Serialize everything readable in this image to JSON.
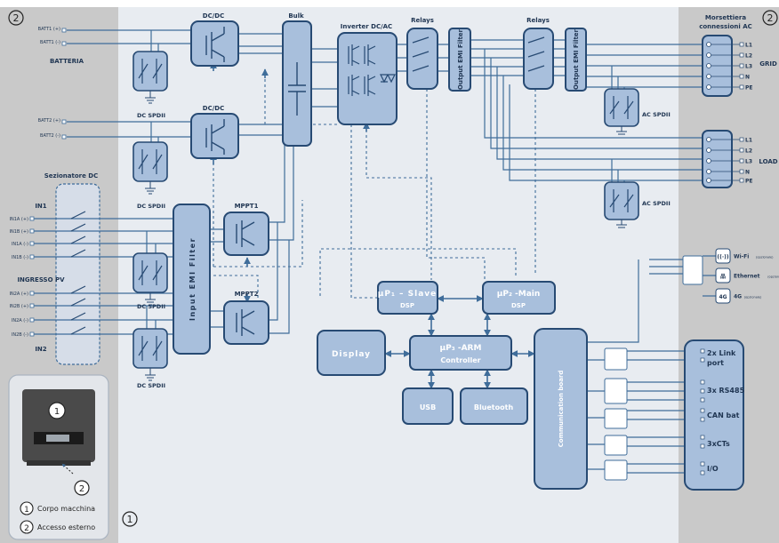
{
  "regions": {
    "battery": "BATTERIA",
    "pv": "INGRESSO PV",
    "dc_disconnector": "Sezionatore DC",
    "ac_terminal": "Morsettiera connessioni AC",
    "grid": "GRID",
    "load": "LOAD"
  },
  "markers": {
    "left": "2",
    "right": "2",
    "bottom": "1"
  },
  "batt_terminals": [
    "BATT1 (+)",
    "BATT1 (-)",
    "BATT2 (+)",
    "BATT2 (-)"
  ],
  "pv_terminals": [
    "IN1A (+)",
    "IN1B (+)",
    "IN1A (-)",
    "IN1B (-)",
    "IN2A (+)",
    "IN2B (+)",
    "IN2A (-)",
    "IN2B (-)"
  ],
  "in_labels": {
    "in1": "IN1",
    "in2": "IN2"
  },
  "blocks": {
    "dcdc1": "DC/DC",
    "dcdc2": "DC/DC",
    "bulk": "Bulk",
    "inverter": "Inverter DC/AC",
    "relays1": "Relays",
    "relays2": "Relays",
    "emi_out": "Output EMI Filter",
    "emi_in": "Input EMI Filter",
    "mppt1": "MPPT1",
    "mppt2": "MPPT2",
    "slave_title": "µP₁ – Slave",
    "slave_sub": "DSP",
    "main_title": "µP₂ -Main",
    "main_sub": "DSP",
    "arm_title": "µP₃ -ARM",
    "arm_sub": "Controller",
    "display": "Display",
    "usb": "USB",
    "bluetooth": "Bluetooth",
    "comm_board": "Communication board"
  },
  "spd": {
    "dc": "DC SPDII",
    "ac": "AC SPDII"
  },
  "ac_lines": [
    "L1",
    "L2",
    "L3",
    "N",
    "PE"
  ],
  "wireless": [
    {
      "label": "Wi-Fi",
      "note": "(opzionale)",
      "icon": "wifi-icon"
    },
    {
      "label": "Ethernet",
      "note": "(opzionale)",
      "icon": "ethernet-icon"
    },
    {
      "label": "4G",
      "note": "(opzionale)",
      "icon": "4g-icon"
    }
  ],
  "ports": [
    "2x Link port",
    "3x RS485",
    "CAN bat",
    "3xCTs",
    "I/O"
  ],
  "ports_lines": [
    [
      "2x Link",
      "port"
    ],
    [
      "3x RS485"
    ],
    [
      "CAN bat"
    ],
    [
      "3xCTs"
    ],
    [
      "I/O"
    ]
  ],
  "legend": {
    "item1": "Corpo macchina",
    "item2": "Accesso esterno",
    "num1": "1",
    "num2": "2"
  },
  "colors": {
    "side": "#c9c9c9",
    "bg": "#e8ecf1",
    "block_fill": "#a8bfdc",
    "block_stroke": "#274a73",
    "wire": "#3f6d9a"
  }
}
